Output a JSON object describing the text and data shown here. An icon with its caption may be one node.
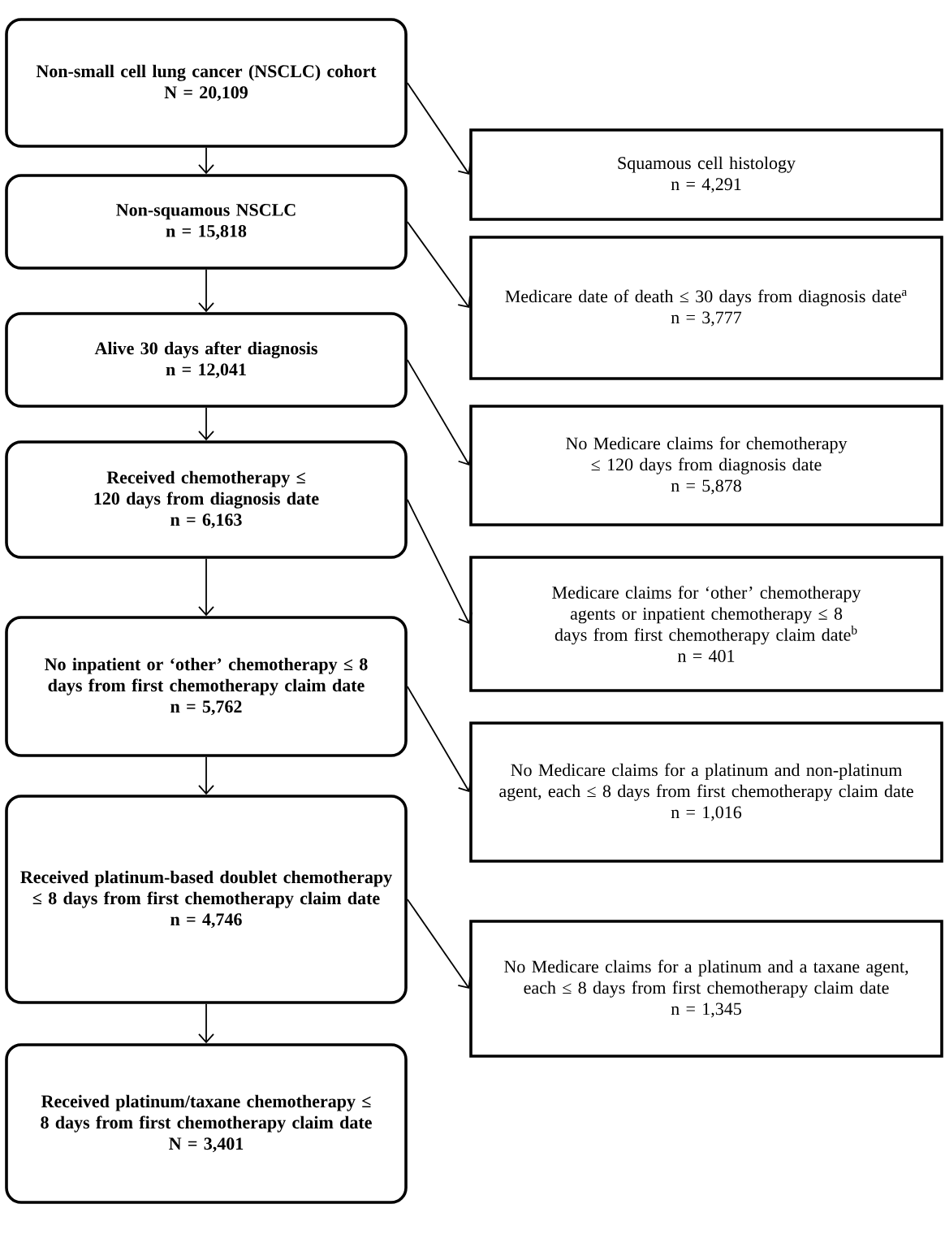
{
  "diagram": {
    "nodes": [
      {
        "text": [
          "Non-small cell lung cancer (NSCLC) cohort",
          "N = 20,109"
        ]
      },
      {
        "text": [
          "Non-squamous NSCLC",
          "n = 15,818"
        ]
      },
      {
        "text": [
          "Alive 30 days after diagnosis",
          "n = 12,041"
        ]
      },
      {
        "text": [
          "Received chemotherapy ≤ 120 days from diagnosis date",
          "n = 6,163"
        ]
      },
      {
        "text": [
          "No inpatient or ‘other’ chemotherapy ≤ 8 days from first chemotherapy claim date",
          "n = 5,762"
        ]
      },
      {
        "text": [
          "Received platinum-based doublet chemotherapy ≤ 8 days from first chemotherapy claim date",
          "n = 4,746"
        ]
      },
      {
        "text": [
          "Received platinum/taxane chemotherapy ≤ 8 days from first chemotherapy claim date",
          "N = 3,401"
        ]
      },
      {
        "text": [
          "Squamous cell histology",
          "n = 4,291"
        ]
      },
      {
        "text": [
          "Medicare date of death ≤ 30 days from diagnosis date$^{a}$",
          "n = 3,777"
        ]
      },
      {
        "text": [
          "No Medicare claims for chemotherapy ≤ 120 days from diagnosis date",
          "n = 5,878"
        ]
      },
      {
        "text": [
          "Medicare claims for ‘other’ chemotherapy agents or inpatient chemotherapy ≤ 8 days from first chemotherapy claim date$^{b}$",
          "n = 401"
        ]
      },
      {
        "text": [
          "No Medicare claims for a platinum and non-platinum agent, each ≤ 8 days from first chemotherapy claim date",
          "n = 1,016"
        ]
      },
      {
        "text": [
          "No Medicare claims for a platinum and a taxane agent, each ≤ 8 days from first chemotherapy claim date",
          "n = 1,345"
        ]
      }
    ],
    "edges": [
      {
        "from": 0,
        "to": 1,
        "arrow": "to"
      },
      {
        "from": 1,
        "to": 2,
        "arrow": "to"
      },
      {
        "from": 2,
        "to": 3,
        "arrow": "to"
      },
      {
        "from": 3,
        "to": 4,
        "arrow": "to"
      },
      {
        "from": 4,
        "to": 5,
        "arrow": "to"
      },
      {
        "from": 5,
        "to": 6,
        "arrow": "to"
      },
      {
        "from": 0,
        "to": 7,
        "arrow": "to"
      },
      {
        "from": 1,
        "to": 8,
        "arrow": "to"
      },
      {
        "from": 2,
        "to": 9,
        "arrow": "to"
      },
      {
        "from": 3,
        "to": 10,
        "arrow": "to"
      },
      {
        "from": 4,
        "to": 11,
        "arrow": "to"
      },
      {
        "from": 5,
        "to": 12,
        "arrow": "to"
      }
    ]
  }
}
